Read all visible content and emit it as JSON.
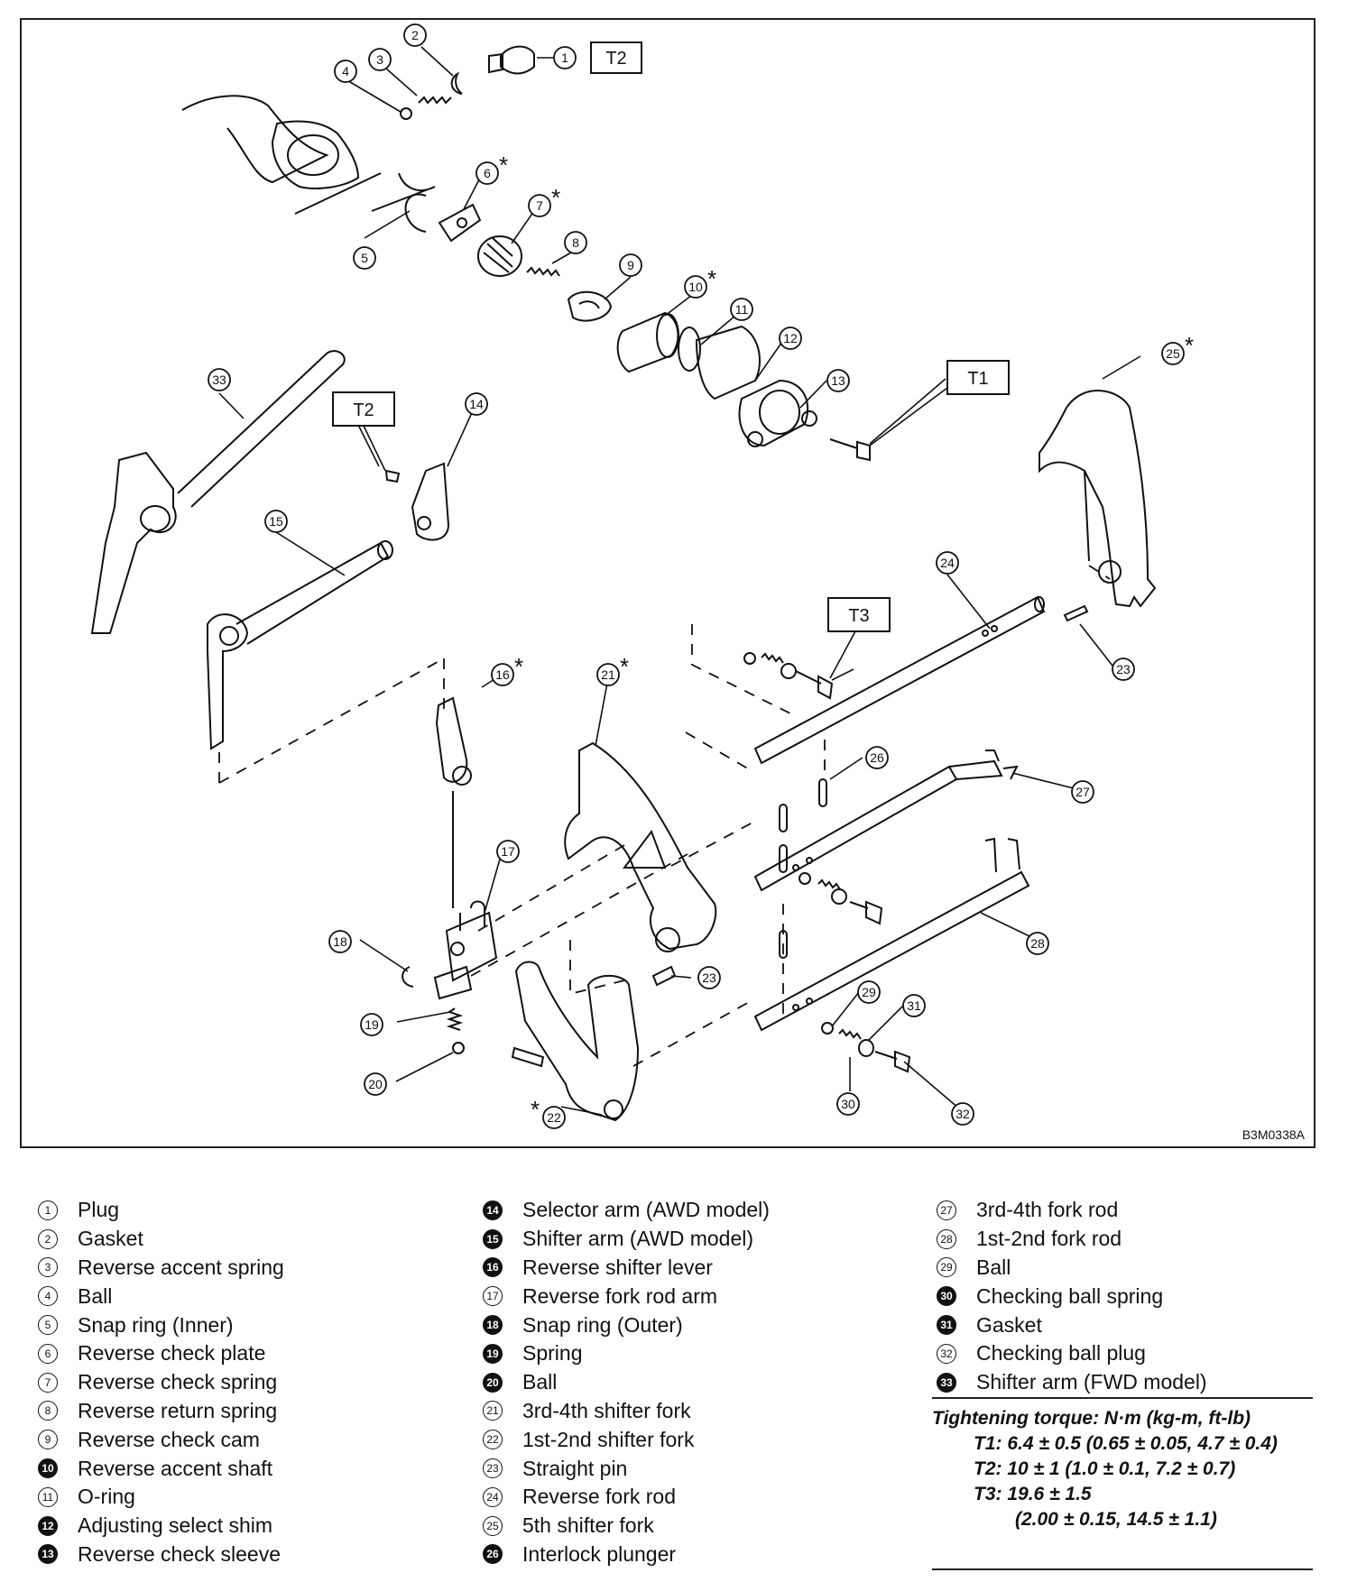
{
  "figure_code": "B3M0338A",
  "callouts": {
    "c1": "1",
    "c2": "2",
    "c3": "3",
    "c4": "4",
    "c5": "5",
    "c6": "6",
    "c7": "7",
    "c8": "8",
    "c9": "9",
    "c10": "10",
    "c11": "11",
    "c12": "12",
    "c13": "13",
    "c14": "14",
    "c15": "15",
    "c16": "16",
    "c17": "17",
    "c18": "18",
    "c19": "19",
    "c20": "20",
    "c21": "21",
    "c22": "22",
    "c23a": "23",
    "c23b": "23",
    "c24": "24",
    "c25": "25",
    "c26": "26",
    "c27": "27",
    "c28": "28",
    "c29": "29",
    "c30": "30",
    "c31": "31",
    "c32": "32",
    "c33": "33"
  },
  "asterisk": "*",
  "torque_tags": {
    "t1": "T1",
    "t2a": "T2",
    "t2b": "T2",
    "t3": "T3"
  },
  "legend": {
    "col1": [
      {
        "num": "1",
        "label": "Plug"
      },
      {
        "num": "2",
        "label": "Gasket"
      },
      {
        "num": "3",
        "label": "Reverse accent spring"
      },
      {
        "num": "4",
        "label": "Ball"
      },
      {
        "num": "5",
        "label": "Snap ring (Inner)"
      },
      {
        "num": "6",
        "label": "Reverse check plate"
      },
      {
        "num": "7",
        "label": "Reverse check spring"
      },
      {
        "num": "8",
        "label": "Reverse return spring"
      },
      {
        "num": "9",
        "label": "Reverse check cam"
      },
      {
        "num": "10",
        "label": "Reverse accent shaft"
      },
      {
        "num": "11",
        "label": "O-ring"
      },
      {
        "num": "12",
        "label": "Adjusting select shim"
      },
      {
        "num": "13",
        "label": "Reverse check sleeve"
      }
    ],
    "col2": [
      {
        "num": "14",
        "label": "Selector arm (AWD model)"
      },
      {
        "num": "15",
        "label": "Shifter arm (AWD model)"
      },
      {
        "num": "16",
        "label": "Reverse shifter lever"
      },
      {
        "num": "17",
        "label": "Reverse fork rod arm"
      },
      {
        "num": "18",
        "label": "Snap ring (Outer)"
      },
      {
        "num": "19",
        "label": "Spring"
      },
      {
        "num": "20",
        "label": "Ball"
      },
      {
        "num": "21",
        "label": "3rd-4th shifter fork"
      },
      {
        "num": "22",
        "label": "1st-2nd shifter fork"
      },
      {
        "num": "23",
        "label": "Straight pin"
      },
      {
        "num": "24",
        "label": "Reverse fork rod"
      },
      {
        "num": "25",
        "label": "5th shifter fork"
      },
      {
        "num": "26",
        "label": "Interlock plunger"
      }
    ],
    "col3": [
      {
        "num": "27",
        "label": "3rd-4th fork rod"
      },
      {
        "num": "28",
        "label": "1st-2nd fork rod"
      },
      {
        "num": "29",
        "label": "Ball"
      },
      {
        "num": "30",
        "label": "Checking ball spring"
      },
      {
        "num": "31",
        "label": "Gasket"
      },
      {
        "num": "32",
        "label": "Checking ball plug"
      },
      {
        "num": "33",
        "label": "Shifter arm (FWD model)"
      }
    ]
  },
  "torque_spec": {
    "title": "Tightening torque: N·m (kg-m, ft-lb)",
    "t1": "T1: 6.4 ± 0.5 (0.65 ± 0.05, 4.7 ± 0.4)",
    "t2": "T2: 10 ± 1 (1.0 ± 0.1, 7.2 ± 0.7)",
    "t3_a": "T3: 19.6 ± 1.5",
    "t3_b": "(2.00 ± 0.15, 14.5 ± 1.1)"
  }
}
